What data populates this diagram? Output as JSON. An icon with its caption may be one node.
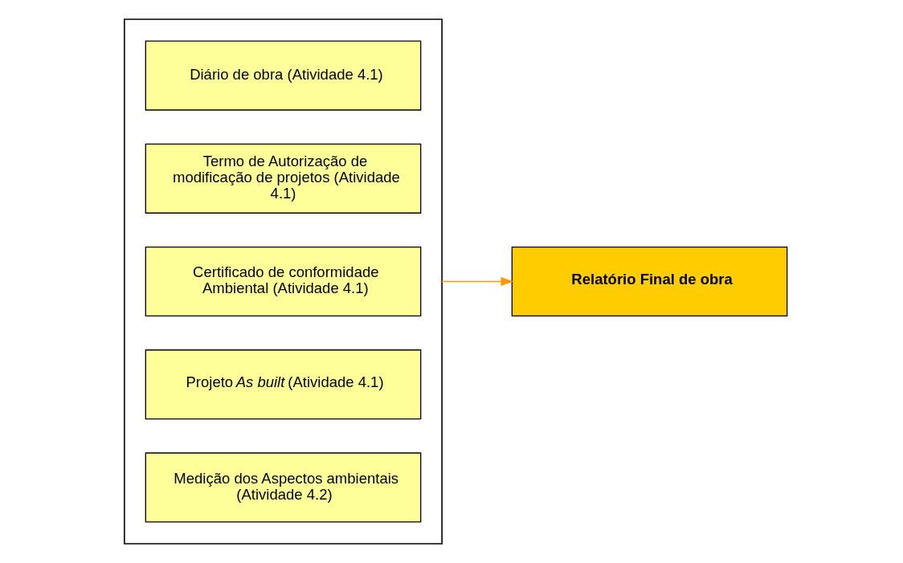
{
  "diagram": {
    "nodes": [
      {
        "text": [],
        "shape": "box"
      },
      {
        "text": [
          "Diário de obra (Atividade 4.1)"
        ],
        "in": 0
      },
      {
        "text": [
          "Termo de Autorização de modificação de projetos (Atividade 4.1)"
        ],
        "in": 0
      },
      {
        "text": [
          "Certificado de conformidade Ambiental (Atividade 4.1)"
        ],
        "in": 0
      },
      {
        "text": [
          "Projeto *As built* (Atividade 4.1)"
        ],
        "in": 0
      },
      {
        "text": [
          "Medição dos Aspectos ambientais (Atividade 4.2)"
        ],
        "in": 0
      },
      {
        "text": [
          "Relatório Final de obra"
        ]
      }
    ],
    "edges": [
      {
        "from": 0,
        "to": 6,
        "arrow": "to",
        "color": "#ff9900"
      }
    ]
  }
}
